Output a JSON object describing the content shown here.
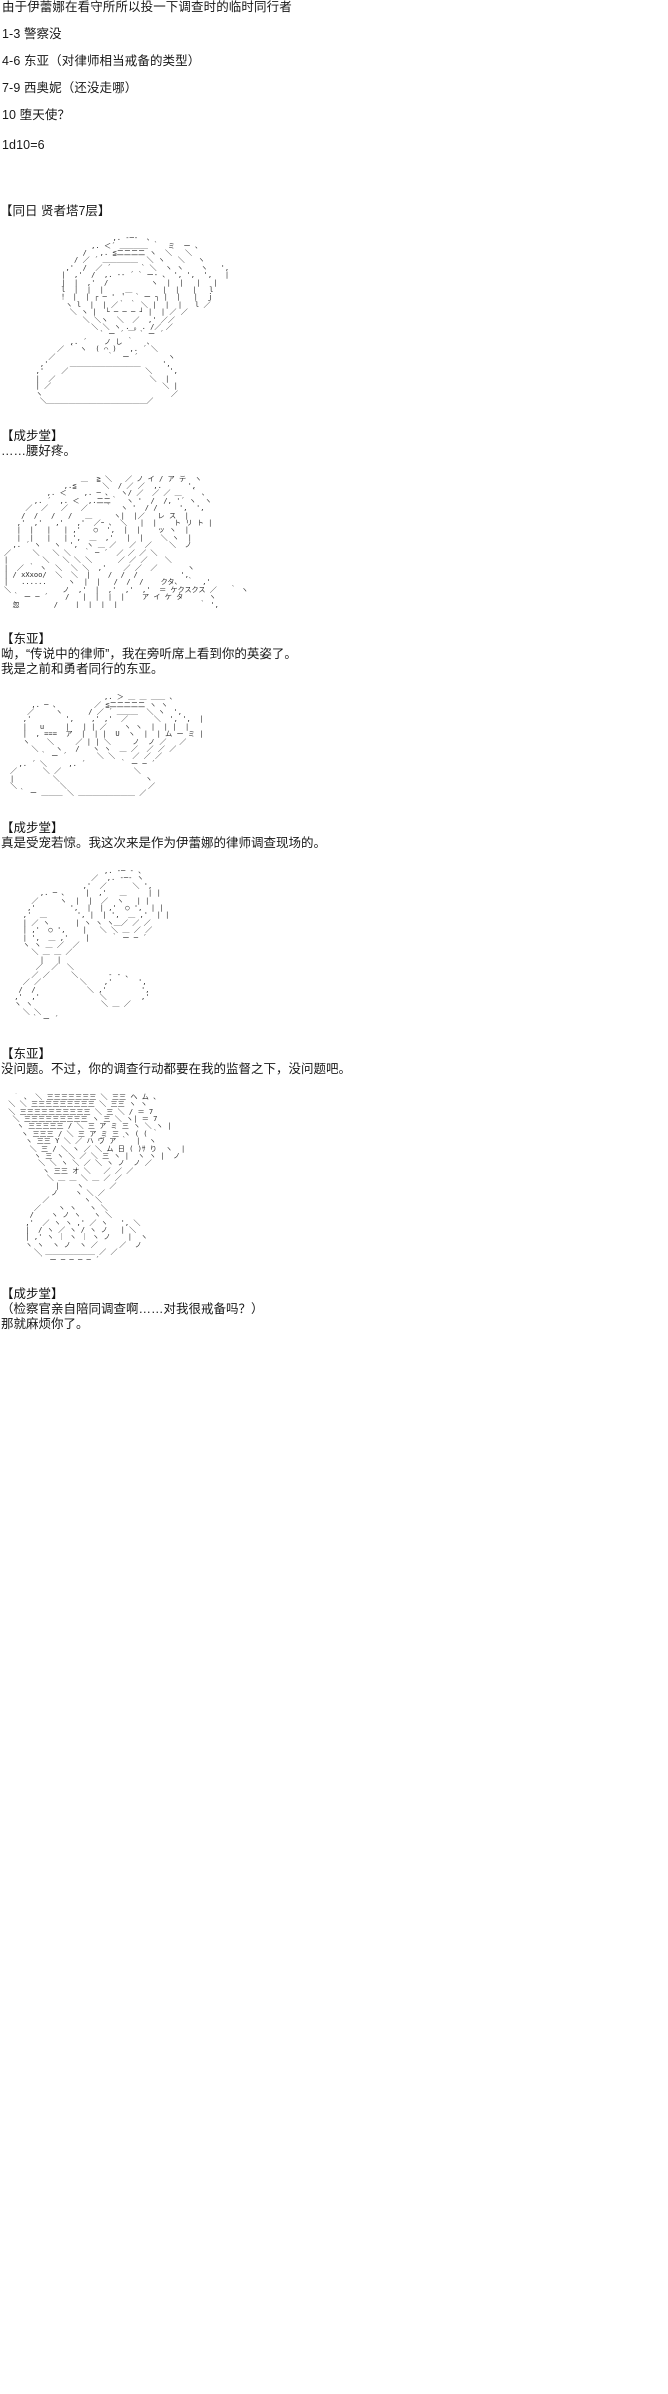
{
  "intro": {
    "prompt": "由于伊蕾娜在看守所所以投一下调查时的临时同行者",
    "options": [
      "1-3 警察没",
      "4-6 东亚（对律师相当戒备的类型）",
      "7-9 西奥妮（还没走哪）",
      "10 堕天使？"
    ],
    "roll_result": "1d10=6"
  },
  "scene": {
    "header": "【同日 贤者塔7层】"
  },
  "dialogues": [
    {
      "speaker": "【成步堂】",
      "lines": [
        "……腰好疼。"
      ]
    },
    {
      "speaker": "【东亚】",
      "lines": [
        "呦，“传说中的律师”，我在旁听席上看到你的英姿了。",
        "我是之前和勇者同行的东亚。"
      ]
    },
    {
      "speaker": "【成步堂】",
      "lines": [
        "真是受宠若惊。我这次来是作为伊蕾娜的律师调查现场的。"
      ]
    },
    {
      "speaker": "【东亚】",
      "lines": [
        "没问题。不过，你的调查行动都要在我的监督之下，没问题吧。"
      ]
    },
    {
      "speaker": "【成步堂】",
      "lines": [
        "（检察官亲自陪同调查啊……对我很戒备吗？）",
        "那就麻烦你了。"
      ]
    }
  ],
  "art": {
    "panel1": "                        ,. -─-  、\n                   ,. ＜´ ＿＿＿＿ ｀  ミ  ー 、\n                 /   ,. ≦二二二二 ヽ  ＼   ＼\n               / ／ ´ ＿＿＿＿＿  ＼ ヽ   ＼   ヽ\n             ,'  /  ／ ´       ` ＼  ヽ ヽ    ヽ   ',\n            |  ,'  /  ,. -‐ ´ ` ー- 、 ', ',  ',   |\n            |  |  ,'  /          ヽ  |  |   |   |\n            l  |  |  |     ＿       |  |   |   l\n            ！ |  | ┌ ─ ' ＇  ` ー ┐ |  |   |  ｊ\n             ヽ l  |  | ／｀ ｀ ＼ |  |  |   l ／\n              ＼ ヽ |  └ ─ ─ ─ ┘ |  | ／ ／\n                 ＼ ＼ヽ  ＼  ／  ,' ／／\n                   ＼ ＼ ヽ . ｡ . /／ ／\n                     ` ー ´ ￣ ` ー ´\n              ,. ´    ノ し ｀   、\n           ／ ｀ ヽ  ( ⌒ )   ,. ´ ＼\n         ／            ｀  ー ´       ヽ\n       ,'     ＿＿＿＿＿＿＿＿＿＿     ',\n      ,'    ／                  ＼    ',\n      |  ／                      ＼  |\n      | ／                          ＼ |\n      ヽ                              ／\n       ＼＿＿＿＿＿＿＿＿＿＿＿＿＿＿／",
    "panel2": "                  ＿  ≧ ＼   ／ ノ イ / ア テ  ヽ\n              ,.≦      ＼  / ／ ／  ,.      ',\n          ,. ＜    ,. ─ 、  ヽ/ ／  ／ ／ ＿  ｀ 、\n       ,. ´  ,. ＜  ,.二二｀  ヽ '  /  /, '´ ヽ  ヽ\n     ／  ／   ／   ／    ｀  ヽ '  / /     ',  ',\n    /  /   /   /   ＿     ヽ|  |／   レ ス  |\n   ,'  ,'   ,'   ,'  ／ｰ 、 ＼   |  |    ト リ ト |\n   |  |   |   | ,'   ◯  ',  |  |    ッ ヽ  |\n   |  |   |   | ',  ＿  ,'   |  |    ＼ ヽ  |\n  ,. ´ ヽ   ヽ  ',  ヽ ＿ ／   ／  ／    ＼  ノ\n／     ＼   ＼ ＼   ｀ ─ ´  ／ ／ ／ ＼\n|        ＼   ＼ ＼ ＼      ／ ／ ／    ＼\n|  ／ ｀ ヽ  ＼  ＼ ＼  ,'    ／ ／  ／       ヽ\n| / xXxoo/  ＼  ＼  |    /  /  /          ',\n|   ......     ヽ  |  |   /  /  /    クタ､  ｀  ,'\n＼            ノ  ,'  |  ,'  ,'  ,'  ＝ ケクスクス ／   ｀ ヽ\n  ｀ ー ─ ´    /   |  |  |  |    ア イ ケ タ      ヽ\n  忽        /    |  |  |  |                   ｀ ',",
    "panel3": "                      ,. ＞ ＿ ＿ ＿＿ 、\n     ,. ─ 、        ／ ≦二二二二二 ヽ ヽ\n    ／     ヽ      / ／ ´ ＿＿＿  ＼ ヽ  ',\n   ,'        ',    ,' ,'  ／      ＼  ', ',  |\n   |   u     |   | | ／    ヽ ヽ  |  | |  |\n   |  , ===  ア  |  | |  U  ヽ  |  | ム ー ミ |\n   ヽ    ＼     ／ | | ＼     ノ  ノ ／   ／\n     ＼    ヽ   /   ヽ ヽ  ＿ ／  ／ ／ ／\n       ｀ ー ´       ＼ ＼    ／ ／ ／\n  ,. ´ ＼     ,. ´        ｀ ー ─ ´\n／      ＼ ／                 ＼\n|         ＼                    ヽ\n＼          ＼                   ／\n  ｀ ー ＿＿＿ ＼ ＿＿＿＿＿＿＿＿ ／",
    "panel4": "                      ,. -─ - 、\n                   ／  ,. -─- ヽ\n                 ,'  ／      ＼ ',\n       ,. ─ 、    |  ,'   ＿     | |\n     ／     ヽ  |  |  ／  ヽ   | |\n    ,'        ',  |  | ,'  ◯ ',  | |\n   ,'  ＿       ', |  | ',  ＿ ,'  | |\n   | ／ ヽ      | ヽ ヽ ヽ＿／ ／ ／\n   | ,'  ◯ ',    |   ＼ ＼ ＿ ／ ／\n   | ',  ＿ ,'    |     ｀ ー ─ ´\n   ヽ ヽ ＿ ／  ／\n     ＼ ＿ ＿ ／\n       |   |\n      ／  ／  ＼\n     ／ ／     ＼       - ‐ 、\n   ／ ／         ＼    ,'      ',\n  /  /            ＼ ,'        ',\n ,'  ,'              ＼        ,'\n ヽ ヽ                ＼ ＿ ／\n   ＼ ＼\n     ｀ ー ´",
    "panel5": "  ｀ 、 ＼ 三三三三三三三 ＼ 三三 ヘ ム 、\n ＼ ＼ 三三三三三三三三三 ＼ 三三 ヽ ヽ\n ＼ 三三三三三三三三三三 ＼ 三 ＼ / ＝ 7\n  ＼ 三三三三三三三三三 ヽ 三 ＼ ヽ| ＝ 7\n   ヽ 三三三三三 / ＼ 三 ア ミ 三 ヽ ＼ ヽ |\n    ヽ 三三三 / ＼ 三 ア ミ 三 ヽ ( ( ｀\n     ヽ 三三 Y ＼ ／ ハ ヴ ア ｀  |  ヽ\n      ＼ 三 / ＼ ヽ ／ ＼ ム 日 ( )ｻ り  ヽ  |\n       ヽ 三 ヽ ＼ ／ ＼ 三 ヽ |  ヽ ヽ |  ノ\n        ＼ ＼ ヽ ＼ ／ ＼ ヽ ノ  ノ ／\n         ヽ 三三 オ ＼   ／ ／ ／\n          ＼ ＿ ＿ ＼ ＿ ／ ／\n            |    ヽ      ／\n           ノ    ヽ ＼ ／\n         ／        ヽ ＼\n       ／    ヽ ヽ   ヽ ＼\n      /    ヽ ノ ヽ   ヽ ＼\n     ,'  ／ ヽ ヽ ,' ／ ヽ   ', ＼\n     |  / ヽ ／ ヽ / ヽ ノ   | ＼\n     | ,' ヽ ｜ ヽ ｜ ヽ ノ    |  ヽ\n     ヽ ヽ  ヽ ノ  ヽ ／     ／  ノ\n       ＼ ＿＿＿＿＿＿＿ ／ ／\n        ｀ ー ─ ─ ─ ─ ´"
  }
}
